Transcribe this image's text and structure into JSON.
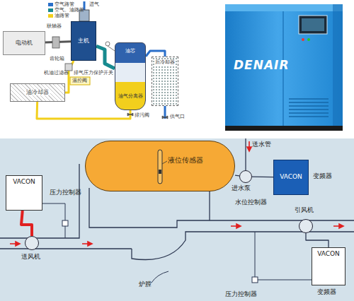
{
  "diagram": {
    "nodes": [
      {
        "text": [
          "电动机"
        ]
      },
      {
        "text": [
          "主机"
        ]
      },
      {
        "text": [
          "油冷却器"
        ]
      },
      {
        "text": [
          "油芯",
          "油气分离器"
        ]
      },
      {
        "text": [
          "后冷却器"
        ]
      },
      {
        "text": [
          "VACON"
        ]
      },
      {
        "text": [
          "送风机"
        ]
      },
      {
        "text": [
          "液位传感器"
        ]
      },
      {
        "text": [
          "进水泵"
        ]
      },
      {
        "text": [
          "VACON",
          "变频器"
        ]
      },
      {
        "text": [
          "引风机"
        ]
      },
      {
        "text": [
          "VACON",
          "变频器"
        ]
      }
    ],
    "edges": [
      {
        "from": 0,
        "to": 1,
        "arrow": "none"
      },
      {
        "from": 1,
        "to": 3,
        "arrow": "none"
      },
      {
        "from": 3,
        "to": 2,
        "arrow": "none"
      },
      {
        "from": 2,
        "to": 1,
        "arrow": "none"
      },
      {
        "from": 3,
        "to": 4,
        "arrow": "none"
      },
      {
        "from": 5,
        "to": 6,
        "arrow": "none"
      },
      {
        "from": 9,
        "to": 8,
        "arrow": "none"
      },
      {
        "from": 11,
        "to": 10,
        "arrow": "none"
      },
      {
        "from": 8,
        "to": 7,
        "arrow": "none"
      }
    ],
    "labels": [
      "进气",
      "联轴器",
      "齿轮箱",
      "机油过滤器",
      "排气压力保护开关",
      "温控阀",
      "排污阀",
      "供气口",
      "DENAIR",
      "压力控制器",
      "送水管",
      "水位控制器",
      "炉膛",
      "压力控制器"
    ],
    "legend": [
      {
        "text": "空气路管",
        "color": "#2a6fc9"
      },
      {
        "text": "空气、油路管",
        "color": "#178a8f"
      },
      {
        "text": "油路管",
        "color": "#f2cf1d"
      }
    ]
  }
}
